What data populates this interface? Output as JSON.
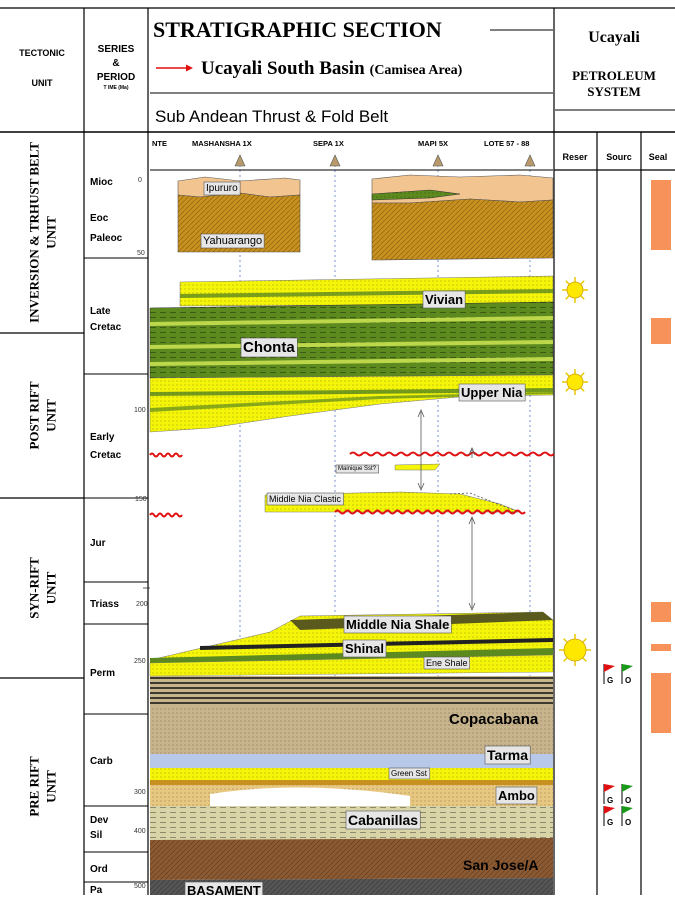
{
  "header": {
    "tectonic_unit": "TECTONIC UNIT",
    "series_period": [
      "SERIES",
      "&",
      "PERIOD"
    ],
    "time_label": "T IME (Ma)",
    "title": "STRATIGRAPHIC SECTION",
    "subtitle_name": "Ucayali South Basin",
    "subtitle_area": "(Camisea Area)",
    "belt": "Sub Andean Thrust & Fold Belt",
    "right_title": "Ucayali",
    "right_sub": [
      "PETROLEUM",
      "SYSTEM"
    ]
  },
  "wells": [
    "NTE",
    "MASHANSHA 1X",
    "SEPA 1X",
    "MAPI 5X",
    "LOTE 57 - 88"
  ],
  "petroleum_columns": [
    "Reser",
    "Sourc",
    "Seal"
  ],
  "tectonic_units": [
    {
      "label": "INVERSION & TRHUST BELT UNIT"
    },
    {
      "label": "POST RIFT UNIT"
    },
    {
      "label": "SYN-RIFT UNIT"
    },
    {
      "label": "PRE RIFT UNIT"
    }
  ],
  "periods": [
    "Mioc",
    "Eoc",
    "Paleoc",
    "Late Cretac",
    "Early Cretac",
    "Jur",
    "Triass",
    "Perm",
    "Carb",
    "Dev",
    "Sil",
    "Ord",
    "Pa"
  ],
  "time_ticks": [
    "0",
    "50",
    "100",
    "150",
    "200",
    "250",
    "300",
    "400",
    "500"
  ],
  "formations": {
    "ipururo": "Ipururo",
    "yahuarango": "Yahuarango",
    "vivian": "Vivian",
    "chonta": "Chonta",
    "upper_nia": "Upper Nia",
    "mainique": "Mainique Sst?",
    "middle_nia_clastic": "Middle Nia Clastic",
    "middle_nia_shale": "Middle Nia Shale",
    "shinal": "Shinal",
    "ene_shale": "Ene Shale",
    "copacabana": "Copacabana",
    "tarma": "Tarma",
    "green_sst": "Green Sst",
    "ambo": "Ambo",
    "cabanillas": "Cabanillas",
    "san_jose": "San Jose/A",
    "basament": "BASAMENT"
  },
  "flags": {
    "gas": "G",
    "oil": "O"
  },
  "colors": {
    "sandstone_yellow": "#f5f50a",
    "shale_green": "#5c8a1e",
    "shale_dark_olive": "#5a5a1e",
    "tertiary_tan": "#f2c590",
    "tertiary_brown": "#c8901e",
    "carbonate_tan": "#c8b48c",
    "devonian_brown": "#8c5a32",
    "seal_orange": "#f7935a",
    "unconformity_red": "#e01010",
    "grid_blue": "#5a78c8"
  }
}
